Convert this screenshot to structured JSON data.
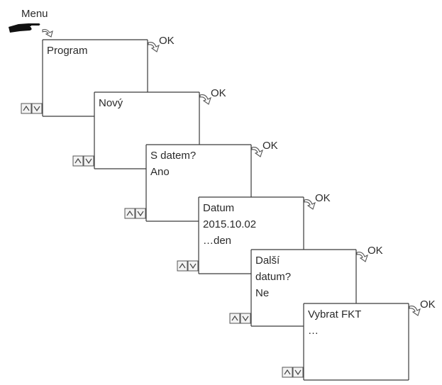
{
  "menu_label": "Menu",
  "ok_label": "OK",
  "screens": [
    {
      "id": "program",
      "lines": [
        "Program"
      ]
    },
    {
      "id": "novy",
      "lines": [
        "Nový"
      ]
    },
    {
      "id": "s-datem",
      "lines": [
        "S datem?",
        "Ano"
      ]
    },
    {
      "id": "datum",
      "lines": [
        "Datum",
        "2015.10.02",
        "…den"
      ]
    },
    {
      "id": "dalsi-datum",
      "lines": [
        "Další",
        "datum?",
        "Ne"
      ]
    },
    {
      "id": "vybrat-fkt",
      "lines": [
        "Vybrat FKT",
        "…"
      ]
    }
  ],
  "icons": {
    "pointer": "pointing-hand-icon",
    "transition": "curved-arrow-icon",
    "navigation": "up-down-buttons-icon"
  }
}
